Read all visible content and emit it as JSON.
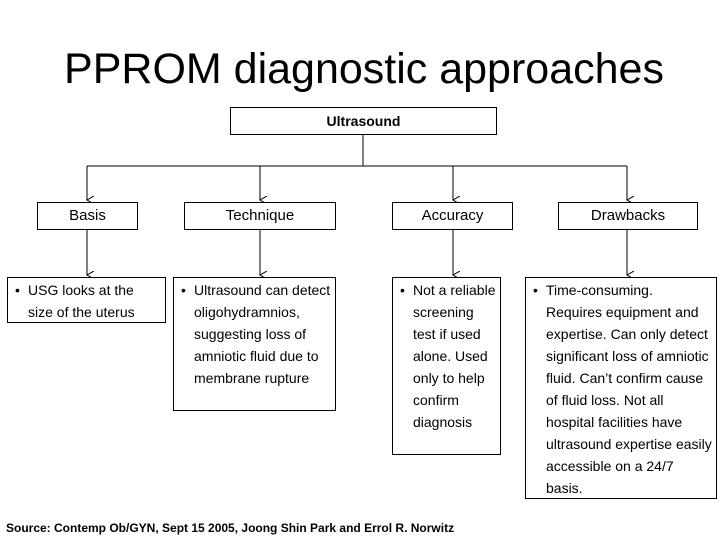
{
  "title": "PPROM diagnostic approaches",
  "root": "Ultrasound",
  "categories": [
    {
      "label": "Basis",
      "detail": "USG looks at the size of the uterus"
    },
    {
      "label": "Technique",
      "detail": "Ultrasound can detect oligohydramnios, suggesting loss of amniotic fluid due to membrane rupture"
    },
    {
      "label": "Accuracy",
      "detail": "Not a reliable screening test if used alone. Used only to help confirm diagnosis"
    },
    {
      "label": "Drawbacks",
      "detail": "Time-consuming. Requires equipment and expertise. Can only detect significant loss of amniotic fluid. Can’t confirm cause of fluid loss. Not all hospital facilities have ultrasound expertise easily accessible on a 24/7 basis."
    }
  ],
  "source": "Source: Contemp Ob/GYN, Sept 15 2005, Joong Shin Park and Errol R. Norwitz"
}
